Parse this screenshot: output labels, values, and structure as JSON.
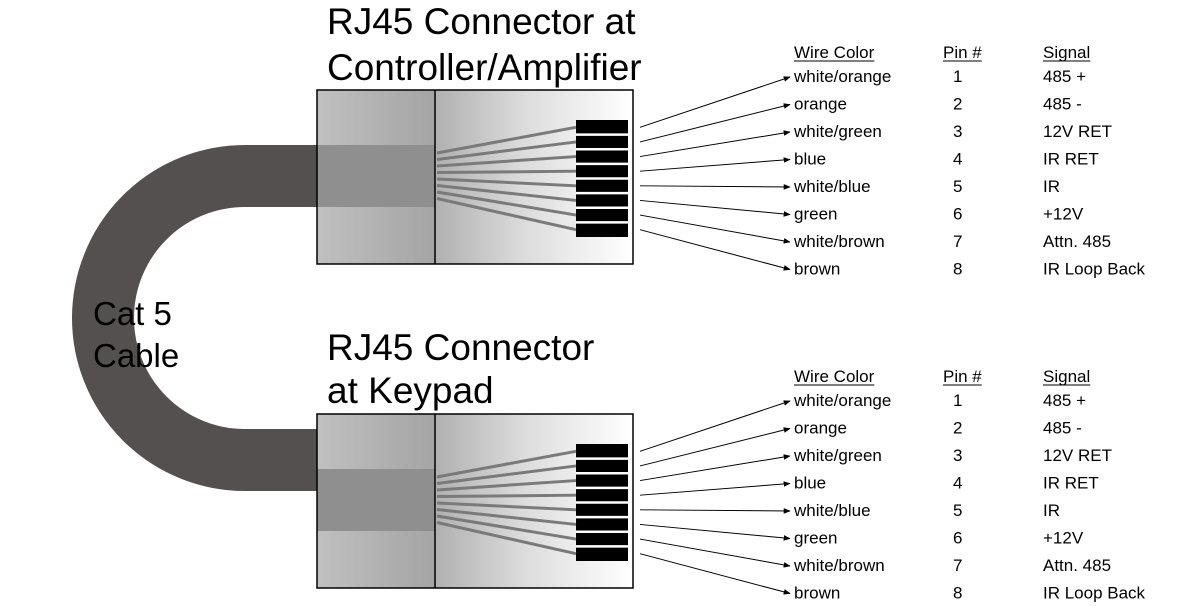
{
  "cable_label": [
    "Cat 5",
    "Cable"
  ],
  "connectors": [
    {
      "title": [
        "RJ45 Connector at",
        "Controller/Amplifier"
      ],
      "headers": {
        "wire_color": "Wire Color",
        "pin": "Pin #",
        "signal": "Signal"
      },
      "rows": [
        {
          "color": "white/orange",
          "pin": "1",
          "signal": "485 +"
        },
        {
          "color": "orange",
          "pin": "2",
          "signal": "485 -"
        },
        {
          "color": "white/green",
          "pin": "3",
          "signal": "12V RET"
        },
        {
          "color": "blue",
          "pin": "4",
          "signal": "IR RET"
        },
        {
          "color": "white/blue",
          "pin": "5",
          "signal": "IR"
        },
        {
          "color": "green",
          "pin": "6",
          "signal": "+12V"
        },
        {
          "color": "white/brown",
          "pin": "7",
          "signal": "Attn. 485"
        },
        {
          "color": "brown",
          "pin": "8",
          "signal": "IR Loop Back"
        }
      ]
    },
    {
      "title": [
        "RJ45 Connector",
        "at Keypad"
      ],
      "headers": {
        "wire_color": "Wire Color",
        "pin": "Pin #",
        "signal": "Signal"
      },
      "rows": [
        {
          "color": "white/orange",
          "pin": "1",
          "signal": "485 +"
        },
        {
          "color": "orange",
          "pin": "2",
          "signal": "485 -"
        },
        {
          "color": "white/green",
          "pin": "3",
          "signal": "12V RET"
        },
        {
          "color": "blue",
          "pin": "4",
          "signal": "IR RET"
        },
        {
          "color": "white/blue",
          "pin": "5",
          "signal": "IR"
        },
        {
          "color": "green",
          "pin": "6",
          "signal": "+12V"
        },
        {
          "color": "white/brown",
          "pin": "7",
          "signal": "Attn. 485"
        },
        {
          "color": "brown",
          "pin": "8",
          "signal": "IR Loop Back"
        }
      ]
    }
  ],
  "colors": {
    "cable": "#555050",
    "cable_light": "#8a8585",
    "wire": "#7a7a7a",
    "contacts": "#000000"
  }
}
